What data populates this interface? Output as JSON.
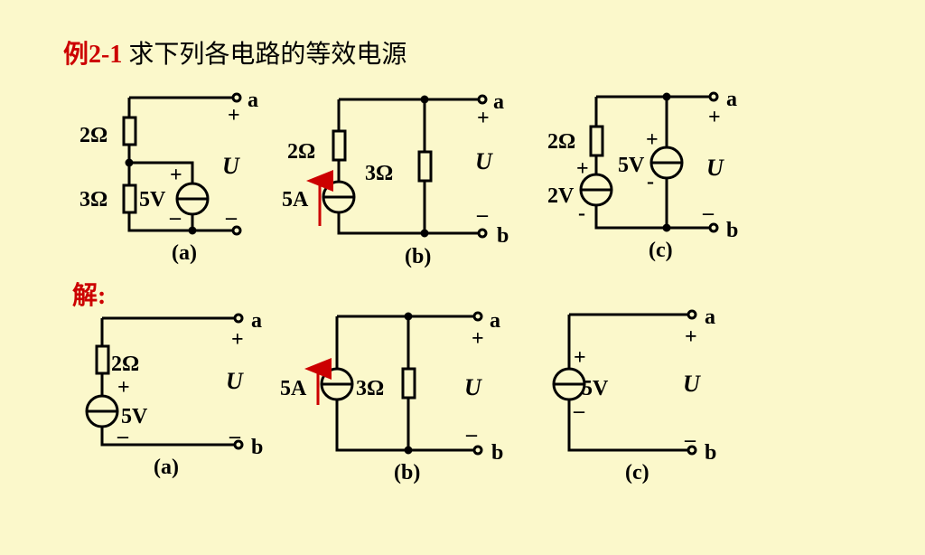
{
  "title": {
    "example_label": "例2-1",
    "question": "求下列各电路的等效电源"
  },
  "solution_label": "解:",
  "terminals": {
    "top": "a",
    "bottom": "b",
    "plus": "+",
    "minus": "–",
    "voltage": "U"
  },
  "problem": {
    "a": {
      "caption": "(a)",
      "r1": "2Ω",
      "r2": "3Ω",
      "vs": "5V"
    },
    "b": {
      "caption": "(b)",
      "r1": "2Ω",
      "r2": "3Ω",
      "is": "5A"
    },
    "c": {
      "caption": "(c)",
      "r1": "2Ω",
      "vs1": "5V",
      "vs2": "2V",
      "vs2_minus": "-",
      "vs1_minus": "-"
    }
  },
  "answer": {
    "a": {
      "caption": "(a)",
      "r": "2Ω",
      "vs": "5V"
    },
    "b": {
      "caption": "(b)",
      "is": "5A",
      "r": "3Ω"
    },
    "c": {
      "caption": "(c)",
      "vs": "5V"
    }
  },
  "colors": {
    "background": "#fbf8cb",
    "accent": "#cc0000",
    "wire": "#000000"
  }
}
